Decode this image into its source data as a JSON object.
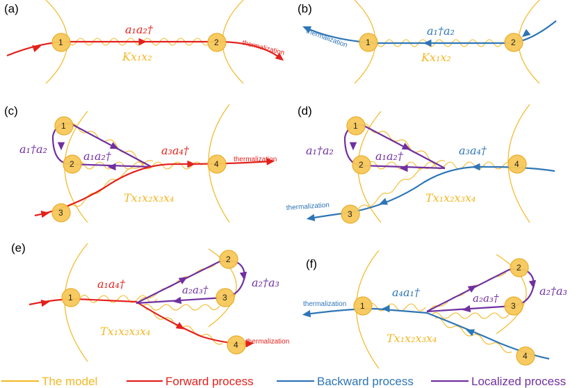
{
  "colors": {
    "model": "#f2b824",
    "forward": "#e3211c",
    "backward": "#2e75b6",
    "localized": "#7030a0"
  },
  "panels": {
    "a": {
      "label": "(a)",
      "op": "a₁a₂†",
      "coupling": "Kx₁x₂",
      "therm": "thermalization",
      "n1": "1",
      "n2": "2"
    },
    "b": {
      "label": "(b)",
      "op": "a₁†a₂",
      "coupling": "Kx₁x₂",
      "therm": "thermalization",
      "n1": "1",
      "n2": "2"
    },
    "c": {
      "label": "(c)",
      "loc_op_outer": "a₁†a₂",
      "loc_op_inner": "a₁a₂†",
      "fwd_op": "a₃a₄†",
      "coupling": "Tx₁x₂x₃x₄",
      "therm": "thermalization",
      "n1": "1",
      "n2": "2",
      "n3": "3",
      "n4": "4"
    },
    "d": {
      "label": "(d)",
      "loc_op_outer": "a₁†a₂",
      "loc_op_inner": "a₁a₂†",
      "bwd_op": "a₃a₄†",
      "coupling": "Tx₁x₂x₃x₄",
      "therm": "thermalization",
      "n1": "1",
      "n2": "2",
      "n3": "3",
      "n4": "4"
    },
    "e": {
      "label": "(e)",
      "fwd_op": "a₁a₄†",
      "loc_op_inner": "a₂a₃†",
      "loc_op_outer": "a₂†a₃",
      "coupling": "Tx₁x₂x₃x₄",
      "therm": "thermalization",
      "n1": "1",
      "n2": "2",
      "n3": "3",
      "n4": "4"
    },
    "f": {
      "label": "(f)",
      "bwd_op": "a₄a₁†",
      "loc_op_inner": "a₂a₃†",
      "loc_op_outer": "a₂†a₃",
      "coupling": "Tx₁x₂x₃x₄",
      "therm": "thermalization",
      "n1": "1",
      "n2": "2",
      "n3": "3",
      "n4": "4"
    }
  },
  "legend": {
    "model": "The model",
    "forward": "Forward process",
    "backward": "Backward process",
    "localized": "Localized process"
  }
}
